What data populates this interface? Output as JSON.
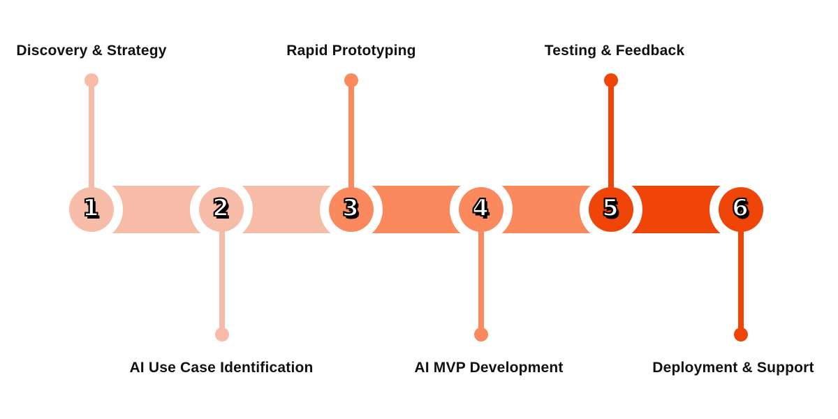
{
  "palette": {
    "stage_light": "#F6BCA7",
    "stage_mid": "#FB895E",
    "stage_dark": "#EF4509",
    "label_text": "#111111",
    "number_fill": "#FFFFFF",
    "number_outline": "#000000",
    "background": "#FFFFFF"
  },
  "steps": [
    {
      "number": "1",
      "label": "Discovery & Strategy",
      "label_position": "top",
      "color": "#F6BCA7"
    },
    {
      "number": "2",
      "label": "AI Use Case Identification",
      "label_position": "bottom",
      "color": "#F6BCA7"
    },
    {
      "number": "3",
      "label": "Rapid Prototyping",
      "label_position": "top",
      "color": "#FB895E"
    },
    {
      "number": "4",
      "label": "AI MVP Development",
      "label_position": "bottom",
      "color": "#FB895E"
    },
    {
      "number": "5",
      "label": "Testing & Feedback",
      "label_position": "top",
      "color": "#EF4509"
    },
    {
      "number": "6",
      "label": "Deployment & Support",
      "label_position": "bottom",
      "color": "#EF4509"
    }
  ],
  "segments": [
    {
      "from": "1",
      "to": "2",
      "color": "#F6BCA7"
    },
    {
      "from": "2",
      "to": "3",
      "color": "#F6BCA7"
    },
    {
      "from": "3",
      "to": "4",
      "color": "#FB895E"
    },
    {
      "from": "4",
      "to": "5",
      "color": "#FB895E"
    },
    {
      "from": "5",
      "to": "6",
      "color": "#EF4509"
    }
  ]
}
